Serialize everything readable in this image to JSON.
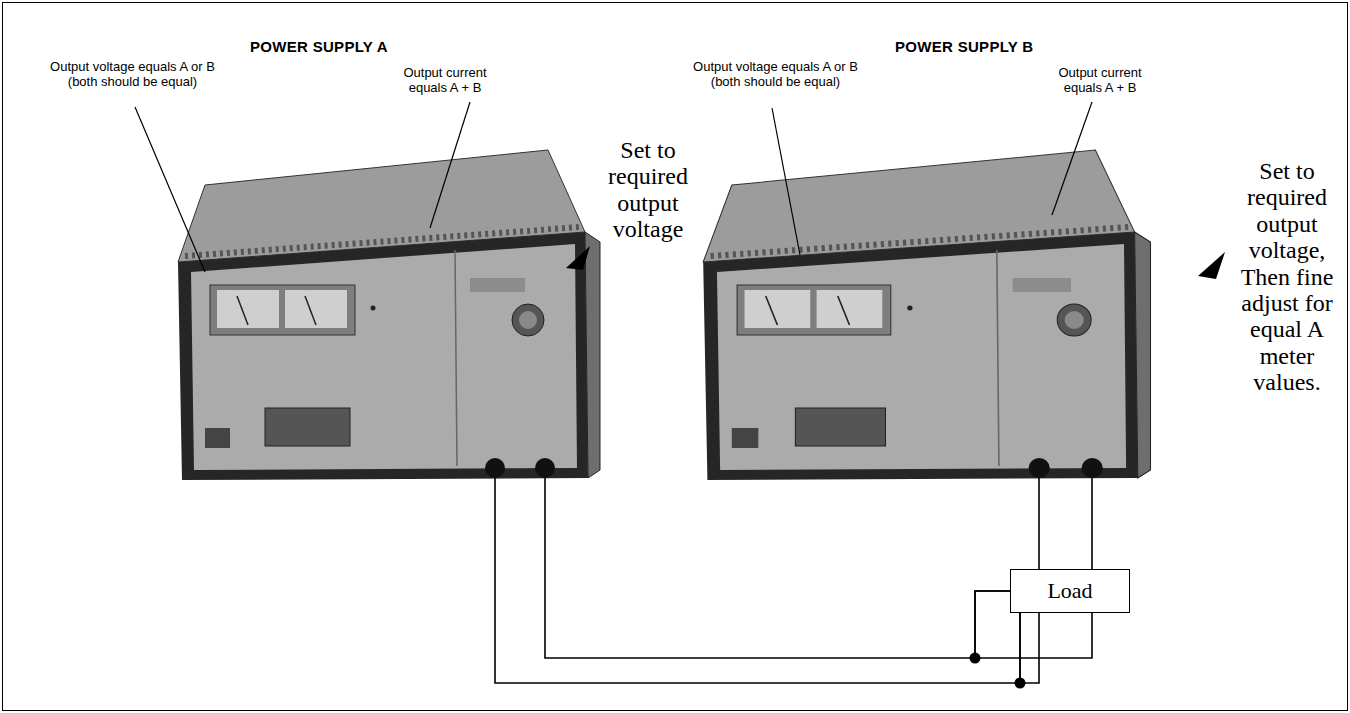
{
  "diagram": {
    "nodes": [
      {
        "text": [
          "POWER SUPPLY A"
        ]
      },
      {
        "text": [
          "POWER SUPPLY B"
        ]
      },
      {
        "text": [
          "Load"
        ]
      }
    ],
    "edges": [
      {
        "from": 0,
        "to": 2,
        "arrow": "none"
      },
      {
        "from": 0,
        "to": 2,
        "arrow": "none"
      },
      {
        "from": 1,
        "to": 2,
        "arrow": "none"
      },
      {
        "from": 1,
        "to": 2,
        "arrow": "none"
      }
    ],
    "labels": [
      "Output voltage equals A or B (both should be equal)",
      "Output current equals A + B",
      "Set to required output voltage",
      "Output voltage equals A or B (both should be equal)",
      "Output current equals A + B",
      "Set to required output voltage, Then fine adjust for equal A meter values."
    ]
  }
}
